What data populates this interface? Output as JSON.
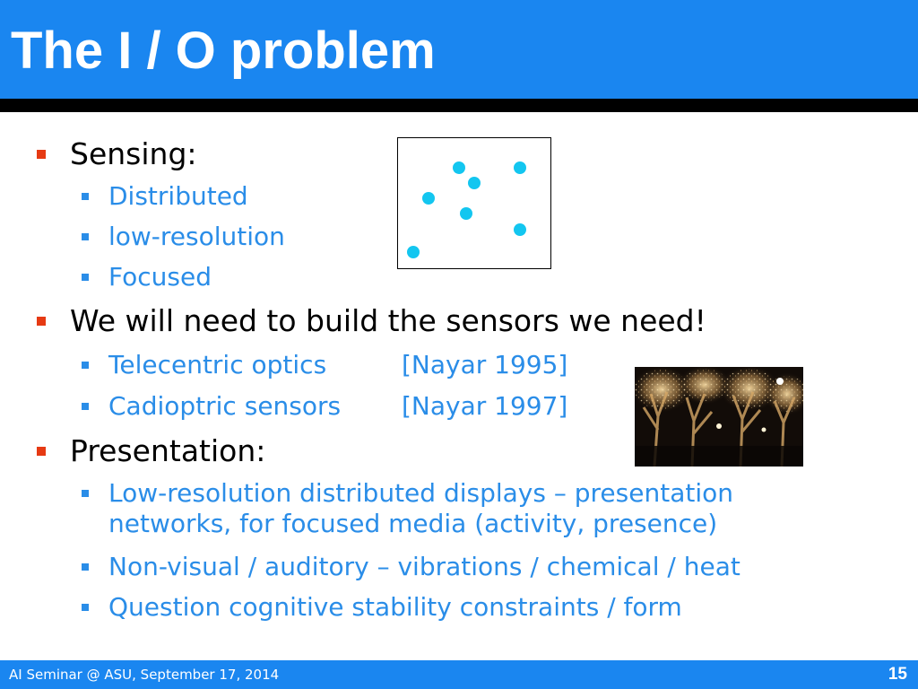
{
  "slide": {
    "title": "The I / O problem",
    "bullets": [
      {
        "text": "Sensing:",
        "sub": [
          {
            "text": "Distributed"
          },
          {
            "text": "low-resolution"
          },
          {
            "text": "Focused"
          }
        ]
      },
      {
        "text": "We will need to build the sensors we need!",
        "sub": [
          {
            "text": "Telecentric optics",
            "ref": "[Nayar 1995]"
          },
          {
            "text": "Cadioptric sensors",
            "ref": "[Nayar 1997]"
          }
        ]
      },
      {
        "text": "Presentation:",
        "sub": [
          {
            "text": "Low-resolution distributed displays – presentation networks, for focused media (activity, presence)"
          },
          {
            "text": "Non-visual / auditory – vibrations / chemical / heat"
          },
          {
            "text": "Question cognitive stability constraints / form"
          }
        ]
      }
    ]
  },
  "footer": {
    "text": "AI Seminar @ ASU, September 17, 2014",
    "page_number": "15"
  },
  "colors": {
    "header_blue": "#1a86f0",
    "bullet_orange": "#e63a13",
    "sub_text_blue": "#2a8de8",
    "dot_cyan": "#13c6f0"
  }
}
